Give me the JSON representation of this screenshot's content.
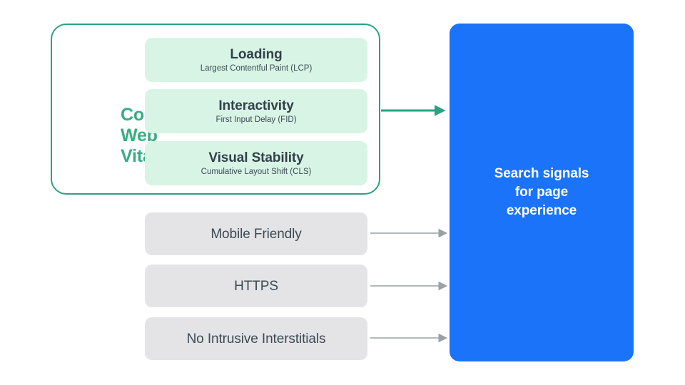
{
  "diagram": {
    "title": "Search signals for page experience",
    "colors": {
      "core_web_vitals_green": "#37AD83",
      "container_border_green": "#2EA083",
      "vital_card_bg": "#D8F4E5",
      "grey_card_bg": "#E4E4E6",
      "blue_box_bg": "#1A73F8",
      "grey_arrow": "#9AA0A6",
      "green_arrow": "#2EA083",
      "dark_text": "#3C4A54",
      "white_text": "#FFFFFF"
    }
  },
  "core_web_vitals": {
    "label_lines": [
      "Core",
      "Web",
      "Vitals"
    ],
    "label_full": "Core Web Vitals",
    "vitals": [
      {
        "title": "Loading",
        "subtitle": "Largest Contentful Paint (LCP)",
        "abbrev": "LCP"
      },
      {
        "title": "Interactivity",
        "subtitle": "First Input Delay (FID)",
        "abbrev": "FID"
      },
      {
        "title": "Visual Stability",
        "subtitle": "Cumulative Layout Shift (CLS)",
        "abbrev": "CLS"
      }
    ]
  },
  "other_signals": [
    {
      "label": "Mobile Friendly"
    },
    {
      "label": "HTTPS"
    },
    {
      "label": "No Intrusive Interstitials"
    }
  ],
  "destination": {
    "line1": "Search signals",
    "line2": "for page",
    "line3": "experience"
  },
  "arrows": [
    {
      "name": "core-web-vitals-to-destination",
      "color": "green"
    },
    {
      "name": "mobile-friendly-to-destination",
      "color": "grey"
    },
    {
      "name": "https-to-destination",
      "color": "grey"
    },
    {
      "name": "no-intrusive-interstitials-to-destination",
      "color": "grey"
    }
  ]
}
